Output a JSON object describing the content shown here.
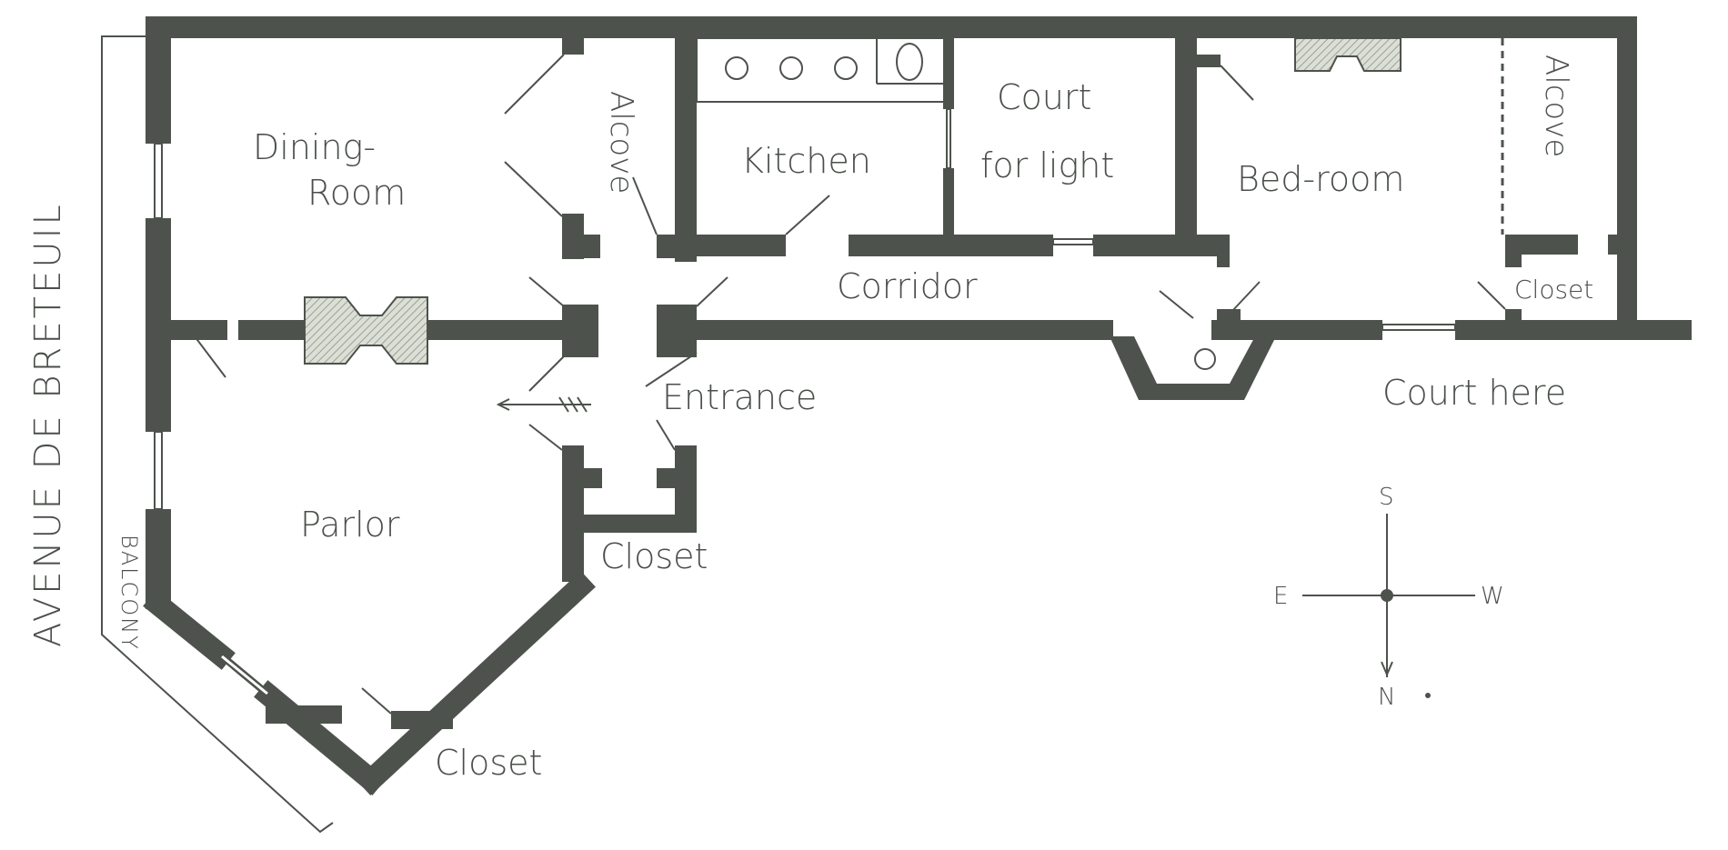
{
  "rooms": {
    "dining": {
      "line1": "Dining-",
      "line2": "Room"
    },
    "alcove_left": "Alcove",
    "kitchen": "Kitchen",
    "court": {
      "line1": "Court",
      "line2": "for light"
    },
    "bedroom": "Bed-room",
    "alcove_right": "Alcove",
    "corridor": "Corridor",
    "closet_right": "Closet",
    "entrance": "Entrance",
    "court_here": "Court here",
    "parlor": "Parlor",
    "closet_entrance": "Closet",
    "closet_parlor": "Closet"
  },
  "street": "AVENUE DE BRETEUIL",
  "balcony": "BALCONY",
  "compass": {
    "north": "N",
    "south": "S",
    "east": "E",
    "west": "W"
  },
  "colors": {
    "wall": "#4d524d",
    "hatch": "#b3b7ad",
    "text": "#4a4f4a",
    "background": "#ffffff"
  }
}
